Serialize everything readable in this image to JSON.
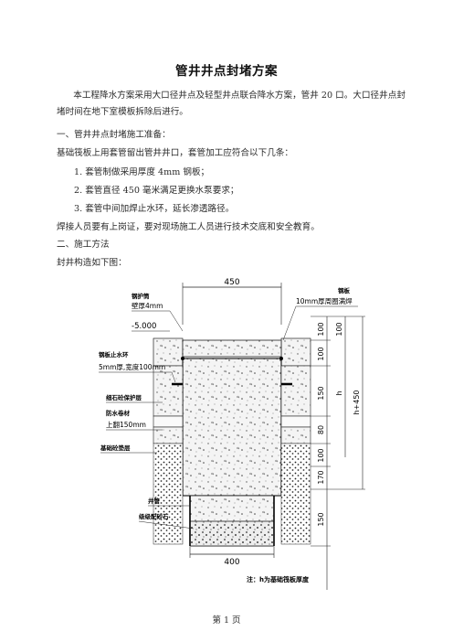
{
  "document": {
    "title": "管井井点封堵方案",
    "intro": "本工程降水方案采用大口径井点及轻型井点联合降水方案，管井 20 口。大口径井点封堵时间在地下室模板拆除后进行。",
    "section1_heading": "一、管井井点封堵施工准备：",
    "section1_text": "基础筏板上用套管留出管井井口，套管加工应符合以下几条：",
    "items": [
      "1. 套管制做采用厚度 4mm 钢板；",
      "2. 套管直径 450 毫米满足更换水泵要求；",
      "3. 套管中间加焊止水环，延长渗透路径。"
    ],
    "section1_note": "焊接人员要有上岗证，要对现场施工人员进行技术交底和安全教育。",
    "section2_heading": "二、施工方法",
    "section2_text": "封井构造如下图：",
    "page_number": "第 1 页"
  },
  "figure": {
    "labels": {
      "casing": "钢护筒",
      "wall": "壁厚4mm",
      "elevation": "-5.000",
      "water_ring": "钢板止水环",
      "ring_size": "5mm厚,宽度100mm",
      "protect": "细石砼保护层",
      "waterproof": "防水卷材",
      "waterproof_up": "上翻150mm",
      "cushion": "基础砼垫层",
      "well": "井管",
      "gravel": "级级配砂石",
      "plate": "钢板",
      "plate_desc": "10mm厚周圈满焊",
      "top_dim": "450",
      "bottom_dim": "400",
      "note": "注：h为基础筏板厚度"
    },
    "right_dims": [
      "100",
      "100",
      "100",
      "150",
      "80",
      "100",
      "170",
      "150"
    ],
    "h_label": "h",
    "total_label": "h+450"
  }
}
